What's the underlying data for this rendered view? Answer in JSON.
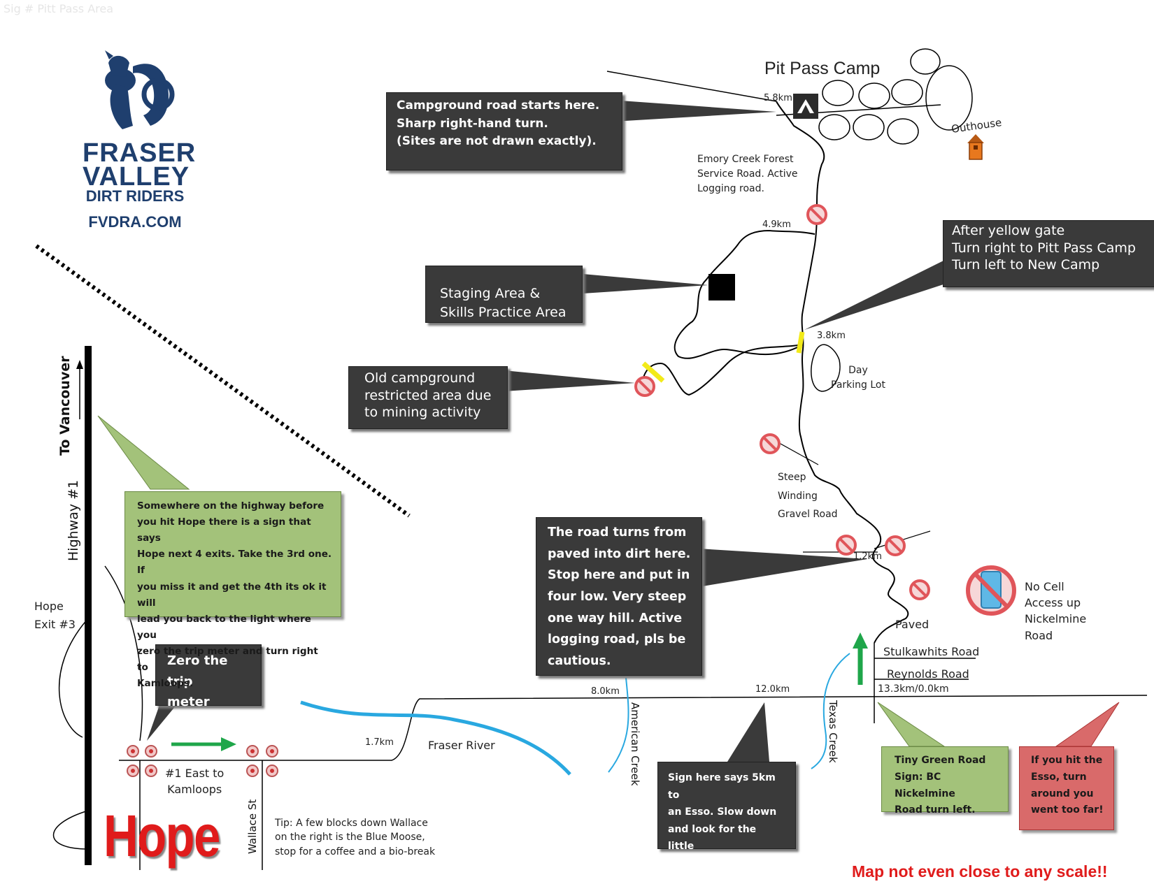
{
  "header_faint": "Sig # Pitt Pass Area",
  "logo": {
    "line1": "FRASER",
    "line2": "VALLEY",
    "line3": "DIRT RIDERS",
    "site": "FVDRA.COM"
  },
  "places": {
    "camp_title": "Pit Pass Camp",
    "outhouse": "Outhouse",
    "day_parking": "Day\nParking Lot",
    "emory": "Emory Creek Forest\nService Road.  Active\nLogging road.",
    "steep": "Steep\nWinding\nGravel Road",
    "paved": "Paved",
    "no_cell": "No Cell\nAccess up\nNickelmine\nRoad",
    "stulkawhits": "Stulkawhits Road",
    "reynolds": "Reynolds Road",
    "fraser_river": "Fraser River",
    "american_creek": "American Creek",
    "texas_creek": "Texas Creek",
    "hope_exit": "Hope\nExit #3",
    "east_kamloops": "#1 East to\nKamloops",
    "hope": "Hope",
    "wallace": "Wallace St",
    "tip": "Tip:  A few blocks down Wallace\non the right is the Blue Moose,\nstop for a coffee and a bio-break",
    "highway": "Highway #1",
    "to_vancouver": "To Vancouver"
  },
  "distances": {
    "d58": "5.8km",
    "d49": "4.9km",
    "d38": "3.8km",
    "d12": "1.2km",
    "d133": "13.3km/0.0km",
    "d120": "12.0km",
    "d80": "8.0km",
    "d17": "1.7km"
  },
  "callouts": {
    "campground": "Campground road starts here.\nSharp right-hand turn.\n (Sites are not drawn exactly).",
    "yellow_gate": "After yellow gate\nTurn right to Pitt Pass Camp\nTurn left to New Camp",
    "staging": "Staging Area &\nSkills Practice Area",
    "old_camp": "Old campground\nrestricted area due\nto mining activity",
    "road_turns": "The road turns from\npaved into dirt here.\nStop here and put in\nfour low. Very steep\none way hill. Active\nlogging road, pls be\ncautious.",
    "zero_trip": "Zero the trip\nmeter here!",
    "esso_sign": "Sign here says 5km to\nan Esso. Slow down\nand look for the little\ngreen sign!",
    "highway_sign": "Somewhere on the highway before\nyou hit Hope there is a sign that says\nHope next 4 exits.  Take the 3rd one.  If\nyou miss it and get the 4th its ok it will\nlead you back to the light where you\nzero the trip meter and turn right to\nKamloops.",
    "tiny_green": "Tiny Green Road\nSign: BC Nickelmine\nRoad turn left.",
    "esso_turn": "If you hit the\nEsso, turn\naround you\nwent too far!"
  },
  "footer_note": "Map not even close to any scale!!",
  "colors": {
    "callout_dark": "#3a3a3a",
    "callout_green": "#a3c27a",
    "callout_red": "#d96a6a",
    "river": "#29a8e0",
    "arrow_green": "#1fa64a",
    "no_entry": "#e0555a",
    "gate": "#f2ea1a",
    "brand": "#1f3f6e",
    "warning_text": "#e01b1b"
  }
}
